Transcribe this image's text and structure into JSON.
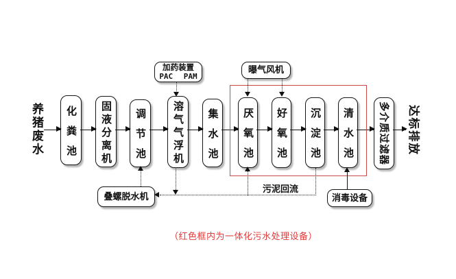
{
  "flow": {
    "input": "养猪废水",
    "stages": [
      {
        "label": "化粪池"
      },
      {
        "label": "固液分离机"
      },
      {
        "label": "调节池"
      },
      {
        "label": "溶气气浮机"
      },
      {
        "label": "集水池"
      },
      {
        "label": "厌氧池"
      },
      {
        "label": "好氧池"
      },
      {
        "label": "沉淀池"
      },
      {
        "label": "清水池"
      },
      {
        "label": "多介质过滤器"
      }
    ],
    "output": "达标排放"
  },
  "aux": {
    "dosing_line1": "加药装置",
    "dosing_line2": "PAC PAM",
    "blower": "曝气风机",
    "dewatering": "叠螺脱水机",
    "disinfection": "消毒设备",
    "sludge_return": "污泥回流"
  },
  "caption": "（红色框内为一体化污水处理设备）",
  "colors": {
    "red_frame": "#c84b4b",
    "caption_red": "#e23b3b",
    "line_black": "#111111",
    "box_shadow_gray": "#b4b4b4",
    "background": "#ffffff"
  }
}
